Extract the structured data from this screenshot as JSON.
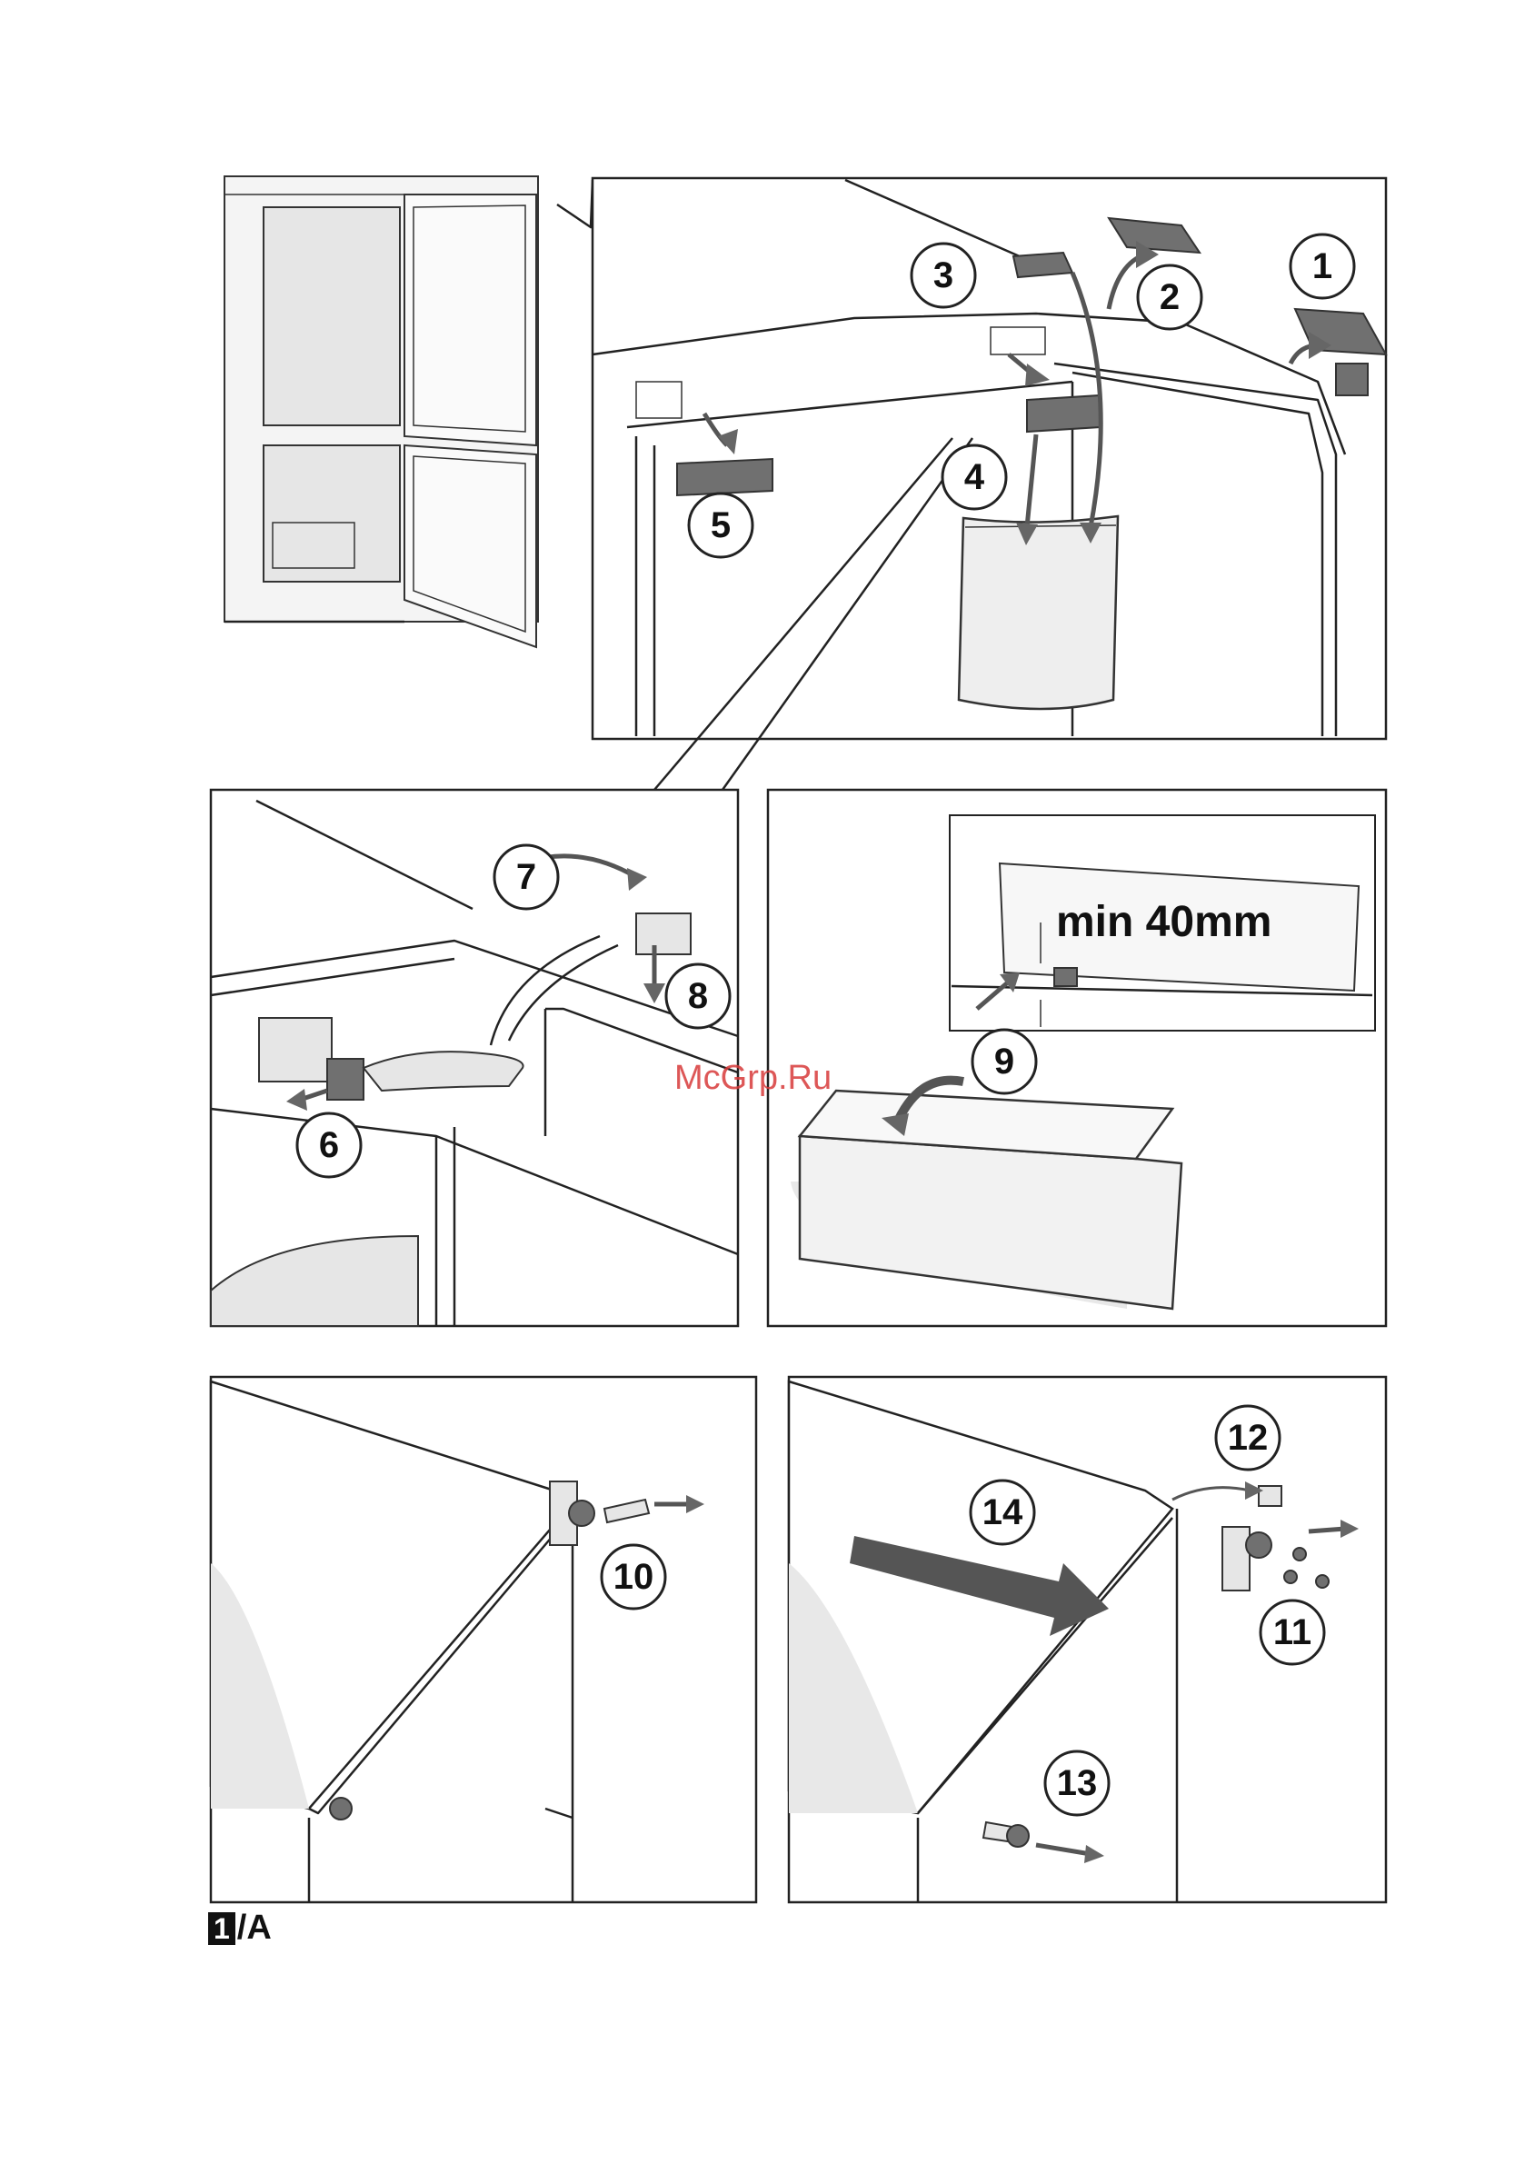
{
  "callouts": [
    "1",
    "2",
    "3",
    "4",
    "5",
    "6",
    "7",
    "8",
    "9",
    "10",
    "11",
    "12",
    "13",
    "14"
  ],
  "measure_label": "min 40mm",
  "watermark": "McGrp.Ru",
  "figure_label": {
    "box": "1",
    "suffix": "/A"
  }
}
